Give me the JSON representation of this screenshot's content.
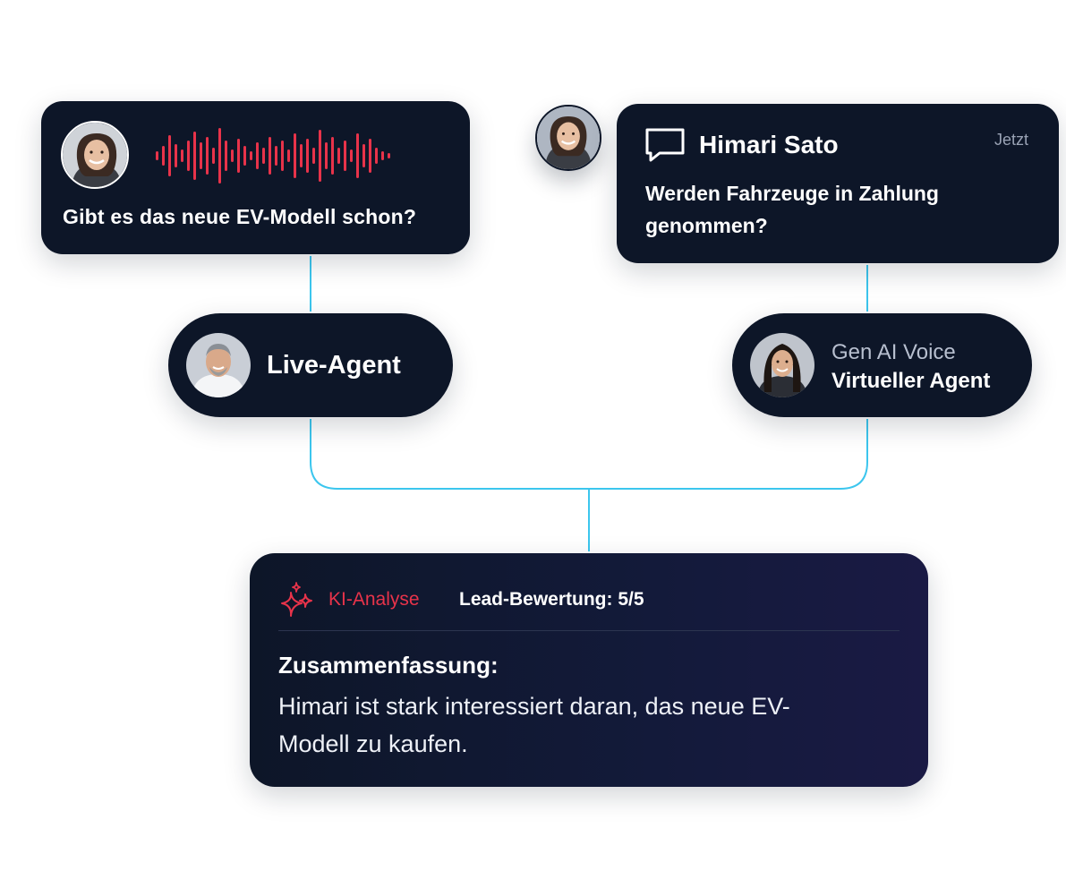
{
  "voice_card": {
    "question": "Gibt es das neue EV-Modell schon?",
    "avatar_icon": "woman-avatar-icon"
  },
  "message_card": {
    "name": "Himari Sato",
    "time": "Jetzt",
    "text": "Werden Fahrzeuge in Zahlung genommen?",
    "icon": "chat-bubble-icon"
  },
  "live_agent": {
    "label": "Live-Agent",
    "avatar_icon": "man-avatar-icon"
  },
  "ai_agent": {
    "sub_label": "Gen AI Voice",
    "label": "Virtueller Agent",
    "avatar_icon": "woman-agent-avatar-icon"
  },
  "analysis": {
    "label": "KI-Analyse",
    "lead_score": "Lead-Bewertung: 5/5",
    "summary_heading": "Zusammenfassung:",
    "summary_text": "Himari ist stark interessiert daran, das neue EV-Modell zu kaufen.",
    "icon": "sparkle-icon"
  },
  "colors": {
    "card_bg": "#0d1628",
    "accent_red": "#e8334a",
    "connector": "#3cc6ee",
    "muted_text": "#9aa3b5"
  }
}
